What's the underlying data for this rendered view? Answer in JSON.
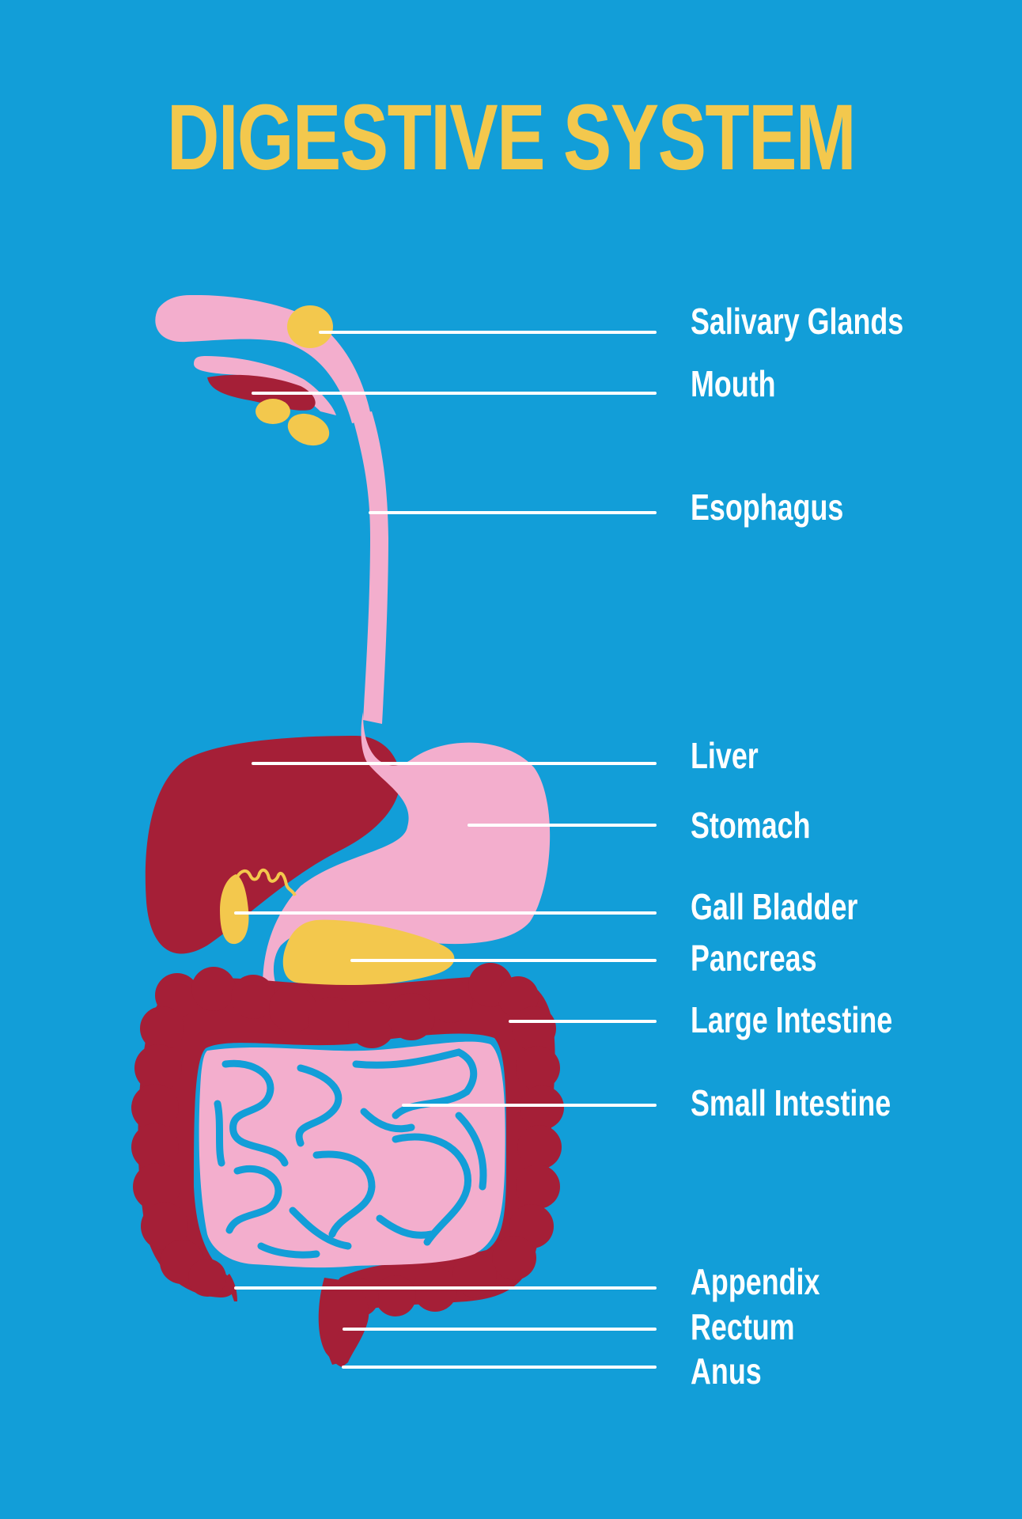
{
  "title": "DIGESTIVE SYSTEM",
  "colors": {
    "background": "#129ed8",
    "title": "#f3c84d",
    "pink": "#f3aecd",
    "crimson": "#a51f37",
    "yellow": "#f3c84d",
    "leader": "#ffffff"
  },
  "labels": {
    "salivary_glands": "Salivary Glands",
    "mouth": "Mouth",
    "esophagus": "Esophagus",
    "liver": "Liver",
    "stomach": "Stomach",
    "gall_bladder": "Gall Bladder",
    "pancreas": "Pancreas",
    "large_intestine": "Large Intestine",
    "small_intestine": "Small Intestine",
    "appendix": "Appendix",
    "rectum": "Rectum",
    "anus": "Anus"
  }
}
